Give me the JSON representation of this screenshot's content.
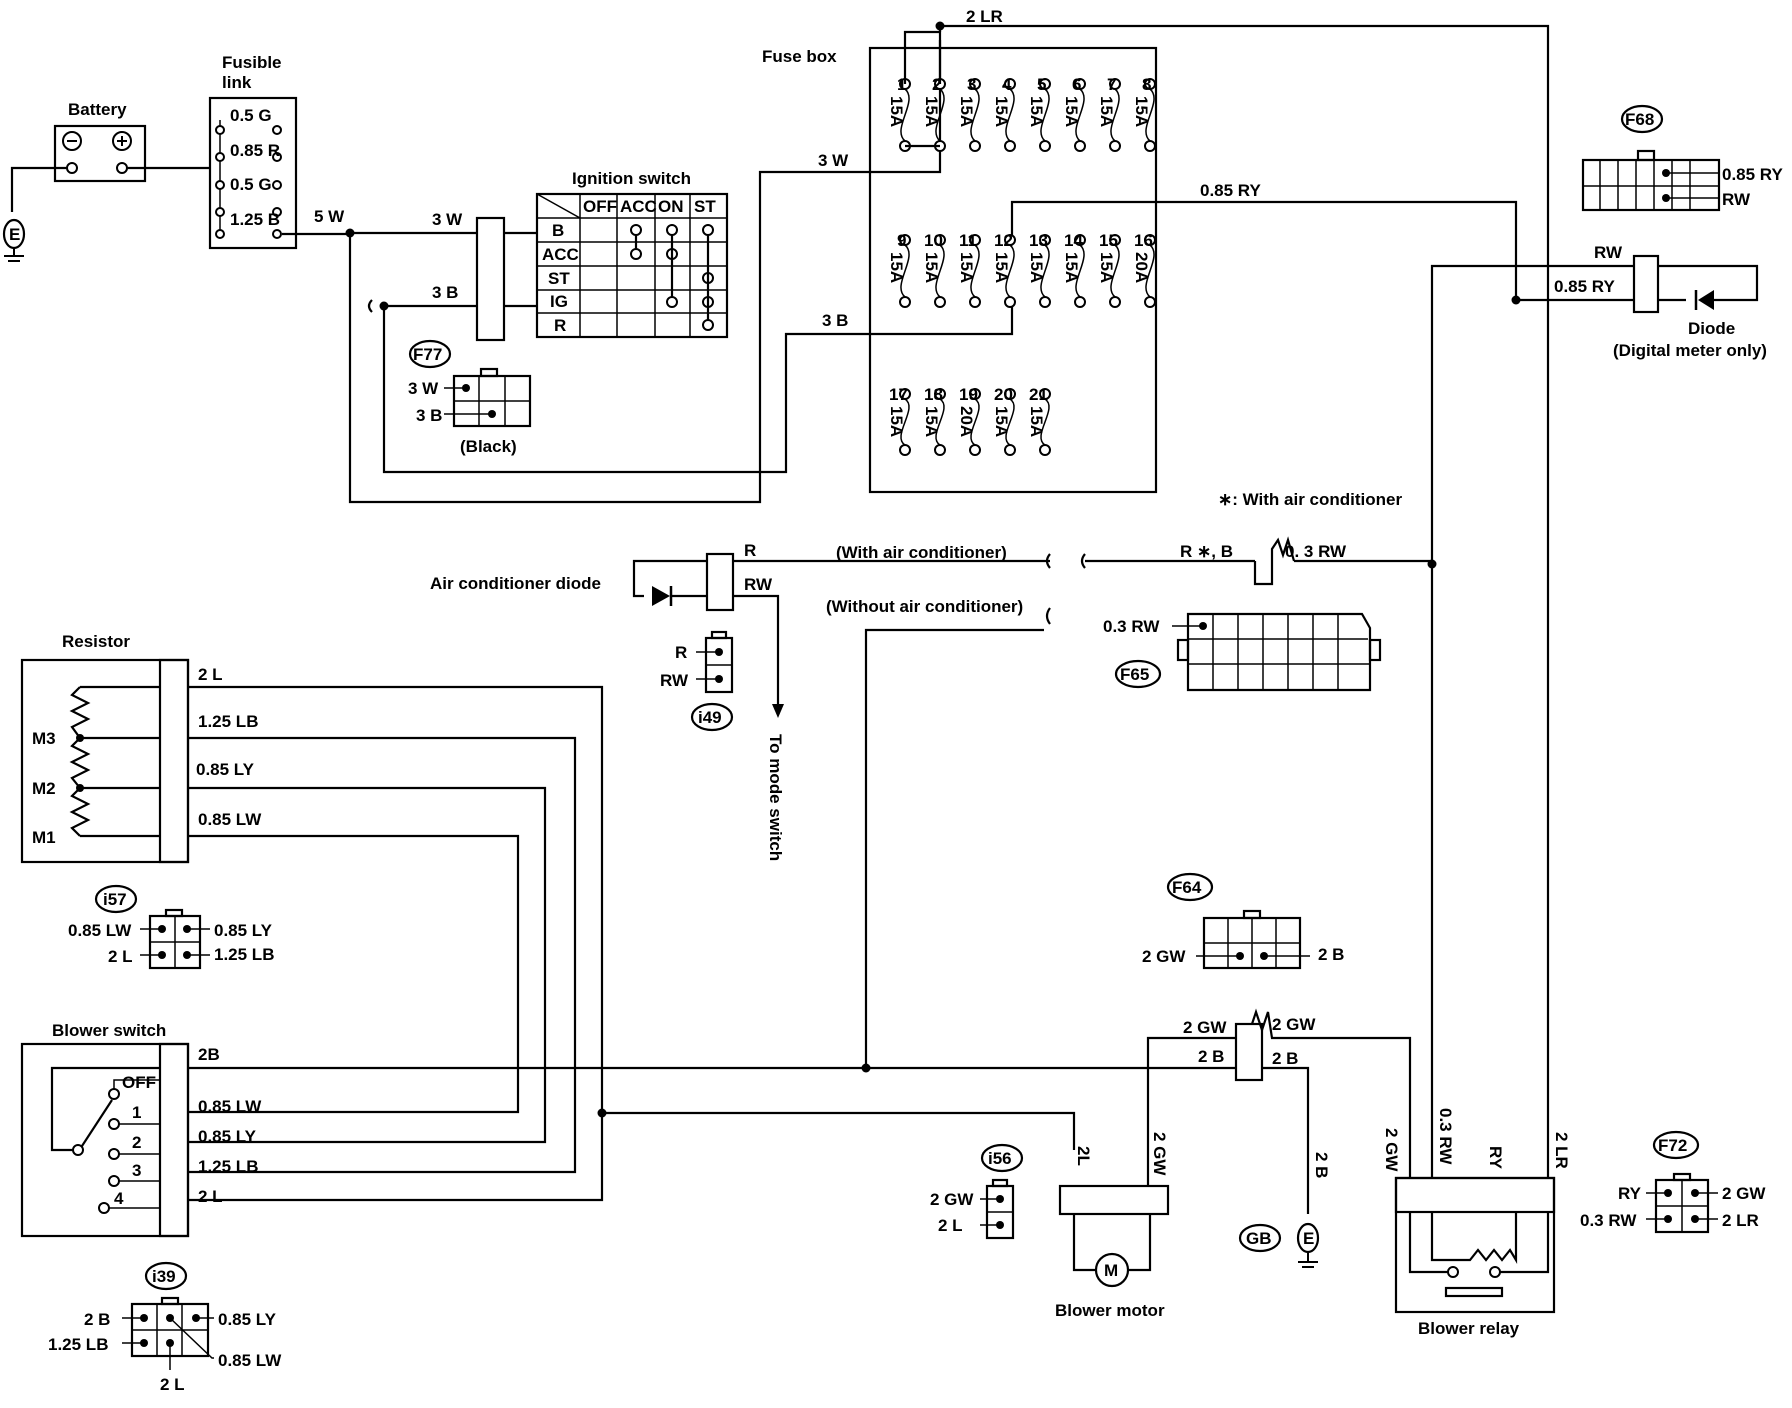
{
  "labels": {
    "battery": "Battery",
    "fusible_link": [
      "Fusible",
      "link"
    ],
    "fusible_values": [
      "0.5 G",
      "0.85 R",
      "0.5 G",
      "1.25 B"
    ],
    "ground_e": "E",
    "wire_5w": "5 W",
    "wire_3w_ign": "3 W",
    "wire_3b_ign": "3 B",
    "ignition_switch": "Ignition switch",
    "ign_cols": [
      "OFF",
      "ACC",
      "ON",
      "ST"
    ],
    "ign_rows": [
      "B",
      "ACC",
      "ST",
      "IG",
      "R"
    ],
    "fuse_box": "Fuse box",
    "wire_2lr_top": "2 LR",
    "wire_3w_fuse": "3 W",
    "wire_3b_fuse": "3 B",
    "wire_085ry_fuse": "0.85 RY",
    "fuse_row1": {
      "numbers": [
        "1",
        "2",
        "3",
        "4",
        "5",
        "6",
        "7",
        "8"
      ],
      "ratings": [
        "15A",
        "15A",
        "15A",
        "15A",
        "15A",
        "15A",
        "15A",
        "15A"
      ]
    },
    "fuse_row2": {
      "numbers": [
        "9",
        "10",
        "11",
        "12",
        "13",
        "14",
        "15",
        "16"
      ],
      "ratings": [
        "15A",
        "15A",
        "15A",
        "15A",
        "15A",
        "15A",
        "15A",
        "20A"
      ]
    },
    "fuse_row3": {
      "numbers": [
        "17",
        "18",
        "19",
        "20",
        "21"
      ],
      "ratings": [
        "15A",
        "15A",
        "20A",
        "15A",
        "15A"
      ]
    },
    "f77": {
      "name": "F77",
      "pins": [
        "3 W",
        "3 B"
      ],
      "note": "(Black)"
    },
    "f68": {
      "name": "F68",
      "pins": [
        "0.85 RY",
        "RW"
      ]
    },
    "diode_rw": "RW",
    "diode_085ry": "0.85 RY",
    "diode": [
      "Diode",
      "(Digital meter only)"
    ],
    "with_ac_note": "∗: With air conditioner",
    "ac_diode": "Air conditioner diode",
    "ac_r": "R",
    "ac_rw": "RW",
    "with_ac": "(With air conditioner)",
    "without_ac": "(Without air conditioner)",
    "r_star_b": "R ∗, B",
    "wire_03rw": "0. 3 RW",
    "to_mode_switch": "To mode switch",
    "i49": {
      "name": "i49",
      "pins": [
        "R",
        "RW"
      ]
    },
    "f65": {
      "name": "F65",
      "pin": "0.3 RW"
    },
    "resistor": "Resistor",
    "res_terms": [
      "M3",
      "M2",
      "M1"
    ],
    "res_wires": [
      "2 L",
      "1.25 LB",
      "0.85 LY",
      "0.85 LW"
    ],
    "i57": {
      "name": "i57",
      "left": [
        "0.85 LW",
        "2 L"
      ],
      "right": [
        "0.85 LY",
        "1.25 LB"
      ]
    },
    "f64": {
      "name": "F64",
      "left": "2 GW",
      "right": "2 B"
    },
    "blower_switch": "Blower switch",
    "bs_positions": [
      "OFF",
      "1",
      "2",
      "3",
      "4"
    ],
    "bs_wires": [
      "2B",
      "0.85 LW",
      "0.85 LY",
      "1.25 LB",
      "2 L"
    ],
    "mid_2gw_left": "2 GW",
    "mid_2gw_right": "2 GW",
    "mid_2b_left": "2 B",
    "mid_2b_right": "2 B",
    "motor_2l": "2L",
    "motor_2gw": "2 GW",
    "gnd_2b": "2 B",
    "gb": "GB",
    "motor_m": "M",
    "blower_motor": "Blower motor",
    "relay_wires": [
      "2 GW",
      "0.3 RW",
      "RY",
      "2 LR"
    ],
    "blower_relay": "Blower relay",
    "i56": {
      "name": "i56",
      "pins": [
        "2 GW",
        "2 L"
      ]
    },
    "i39": {
      "name": "i39",
      "left": [
        "2 B",
        "1.25 LB"
      ],
      "right": [
        "0.85 LY",
        "0.85 LW"
      ],
      "bottom": "2 L"
    },
    "f72": {
      "name": "F72",
      "left": [
        "RY",
        "0.3 RW"
      ],
      "right": [
        "2 GW",
        "2 LR"
      ]
    }
  }
}
